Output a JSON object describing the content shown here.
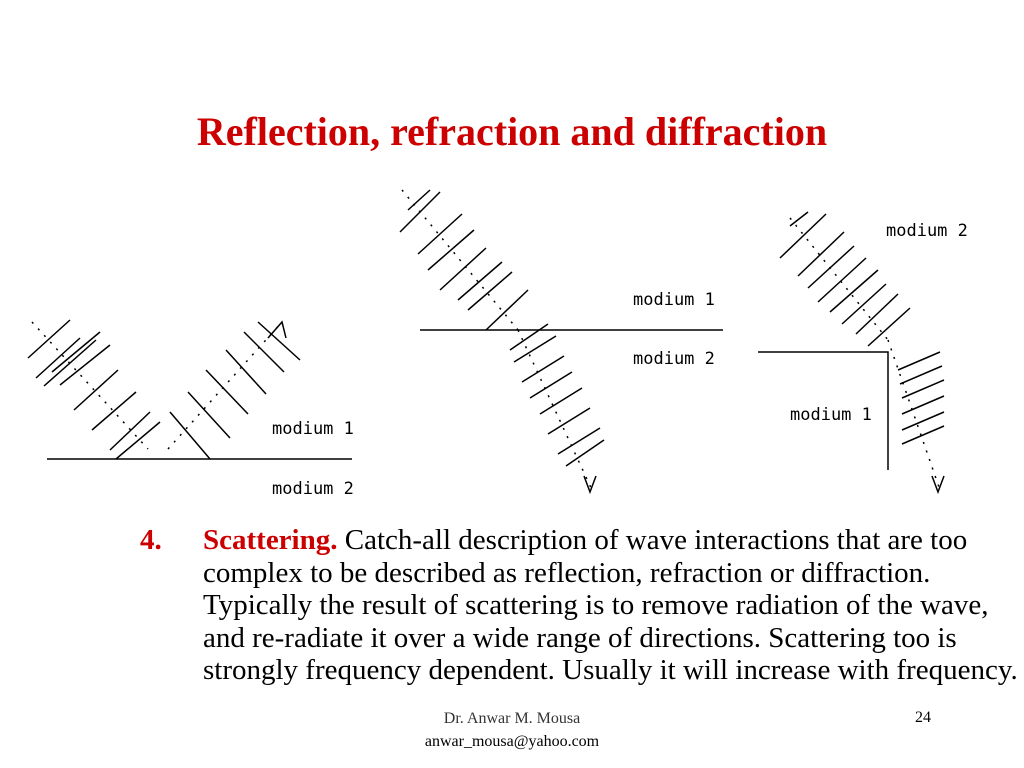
{
  "slide": {
    "title": "Reflection, refraction and diffraction",
    "diagrams": {
      "reflection": {
        "label_top": "modium 1",
        "label_bottom": "modium 2"
      },
      "refraction": {
        "label_top": "modium 1",
        "label_bottom": "modium 2"
      },
      "diffraction": {
        "label_top": "modium 2",
        "label_side": "modium 1"
      }
    },
    "item": {
      "number": "4.",
      "title": "Scattering.",
      "text": " Catch-all description of wave interactions that are too complex to be described as reflection, refraction or diffraction. Typically the result of scattering is to remove radiation of the wave, and re-radiate it over a wide range of directions. Scattering too is strongly frequency dependent. Usually it will increase with frequency."
    },
    "footer": {
      "author": "Dr. Anwar M. Mousa",
      "email": "anwar_mousa@yahoo.com",
      "page": "24"
    }
  }
}
